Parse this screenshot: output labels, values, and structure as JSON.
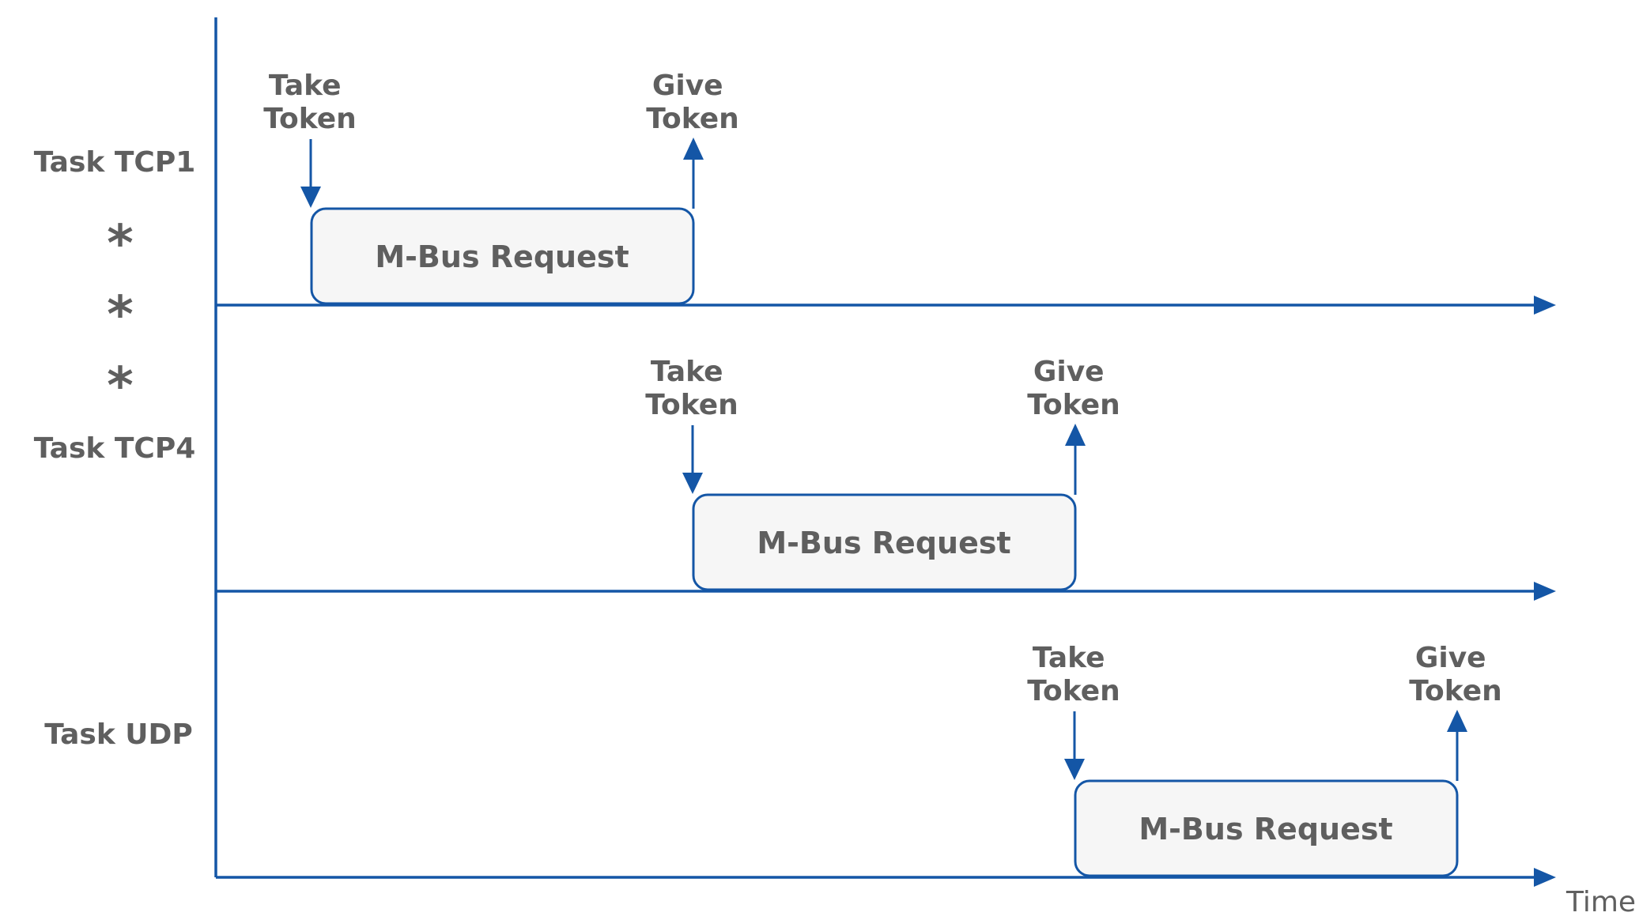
{
  "tasks": [
    {
      "label": "Task TCP1",
      "take": [
        "Take",
        "Token"
      ],
      "give": [
        "Give",
        "Token"
      ],
      "box": "M-Bus Request"
    },
    {
      "label": "Task TCP4",
      "take": [
        "Take",
        "Token"
      ],
      "give": [
        "Give",
        "Token"
      ],
      "box": "M-Bus Request"
    },
    {
      "label": "Task UDP",
      "take": [
        "Take",
        "Token"
      ],
      "give": [
        "Give",
        "Token"
      ],
      "box": "M-Bus Request"
    }
  ],
  "separators": [
    "*",
    "*",
    "*"
  ],
  "time_label": "Time",
  "colors": {
    "line": "#1456a6",
    "text": "#5f5f5f",
    "box_fill": "#f6f6f6"
  }
}
